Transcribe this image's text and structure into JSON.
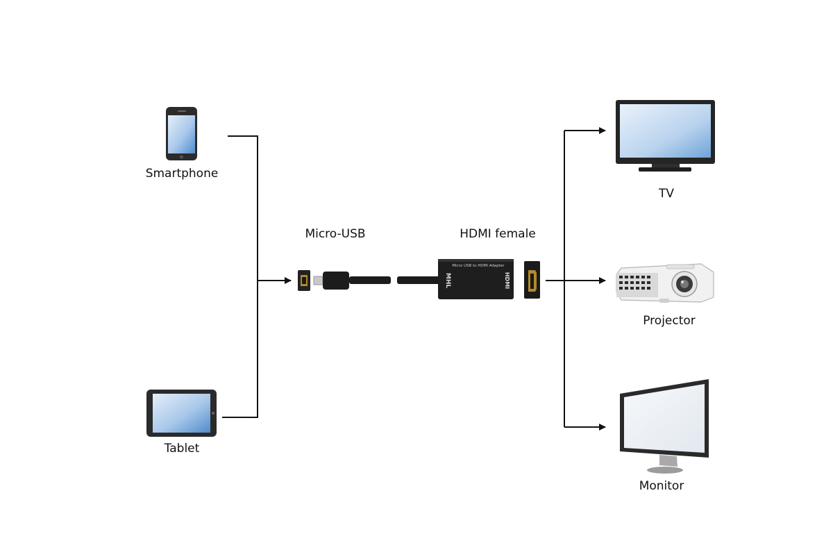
{
  "colors": {
    "background": "#ffffff",
    "line": "#111111",
    "device_body": "#2b2b2b",
    "screen_light": "#dbe8f7",
    "screen_blue": "#5f9ad6"
  },
  "sources": {
    "smartphone": {
      "label": "Smartphone",
      "icon": "smartphone-icon"
    },
    "tablet": {
      "label": "Tablet",
      "icon": "tablet-icon"
    }
  },
  "adapter": {
    "micro_usb_label": "Micro-USB",
    "hdmi_label": "HDMI female",
    "body_text": "Micro USB to HDMI Adapter",
    "logo_text": "MHL",
    "port_text": "HDMI"
  },
  "outputs": {
    "tv": {
      "label": "TV",
      "icon": "tv-icon"
    },
    "projector": {
      "label": "Projector",
      "icon": "projector-icon"
    },
    "monitor": {
      "label": "Monitor",
      "icon": "monitor-icon"
    }
  }
}
